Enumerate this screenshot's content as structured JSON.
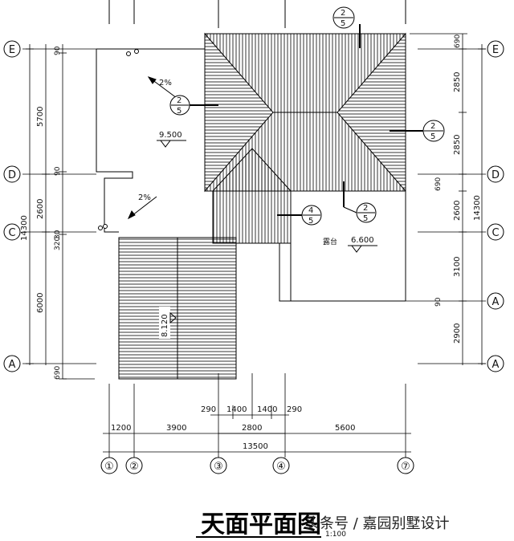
{
  "title": "天面平面图",
  "watermark": "头条号 / 嘉园别墅设计",
  "subscript": "1:100",
  "axes": {
    "rows": [
      "E",
      "D",
      "C",
      "A"
    ],
    "row_a_second": "A",
    "cols": [
      "①",
      "②",
      "③",
      "④",
      "⑦"
    ]
  },
  "left_dims": {
    "total": "14300",
    "e_d": "5700",
    "d_c": "2600",
    "c_a": "6000",
    "e_off": "90",
    "d_off": "90",
    "c_off": "320",
    "c_off2": "30",
    "bottom": "690"
  },
  "right_dims": {
    "total": "14300",
    "top": "690",
    "seg1": "2850",
    "seg2": "2850",
    "mid": "690",
    "seg3": "2600",
    "seg4": "3100",
    "a_off": "90",
    "seg5": "2900"
  },
  "bottom_dims": {
    "row1": [
      "290",
      "1400",
      "1400",
      "290"
    ],
    "row2": [
      "2800"
    ],
    "row3": [
      "1200",
      "3900",
      "5600"
    ],
    "total": "13500"
  },
  "labels": {
    "slope1": "2%",
    "slope2": "2%",
    "elev1": "9.500",
    "elev2": "6.600",
    "elev3": "8.120",
    "terrace": "露台"
  },
  "detail_refs": [
    {
      "num": "2",
      "den": "5"
    },
    {
      "num": "2",
      "den": "5"
    },
    {
      "num": "2",
      "den": "5"
    },
    {
      "num": "4",
      "den": "5"
    },
    {
      "num": "2",
      "den": "5"
    }
  ]
}
